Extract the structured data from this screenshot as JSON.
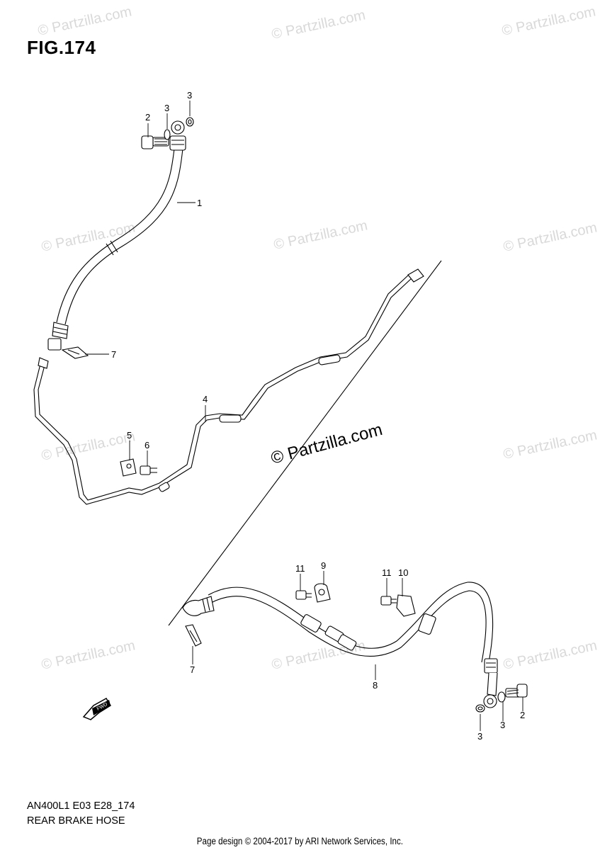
{
  "header": {
    "figure_title": "FIG.174"
  },
  "footer": {
    "model_code": "AN400L1 E03 E28_174",
    "diagram_name": "REAR BRAKE HOSE",
    "copyright": "Page design © 2004-2017 by ARI Network Services, Inc."
  },
  "watermark": {
    "main": "© Partzilla.com",
    "faint": "© Partzilla.com"
  },
  "fwd_badge": {
    "text": "FWD"
  },
  "callouts": [
    {
      "id": "c1",
      "number": "1"
    },
    {
      "id": "c2a",
      "number": "2"
    },
    {
      "id": "c3a",
      "number": "3"
    },
    {
      "id": "c3b",
      "number": "3"
    },
    {
      "id": "c4",
      "number": "4"
    },
    {
      "id": "c5",
      "number": "5"
    },
    {
      "id": "c6",
      "number": "6"
    },
    {
      "id": "c7a",
      "number": "7"
    },
    {
      "id": "c7b",
      "number": "7"
    },
    {
      "id": "c8",
      "number": "8"
    },
    {
      "id": "c9",
      "number": "9"
    },
    {
      "id": "c10",
      "number": "10"
    },
    {
      "id": "c11a",
      "number": "11"
    },
    {
      "id": "c11b",
      "number": "11"
    },
    {
      "id": "c2b",
      "number": "2"
    },
    {
      "id": "c3c",
      "number": "3"
    },
    {
      "id": "c3d",
      "number": "3"
    }
  ],
  "colors": {
    "line": "#000000",
    "watermark": "#d9d9d9",
    "background": "#ffffff"
  }
}
